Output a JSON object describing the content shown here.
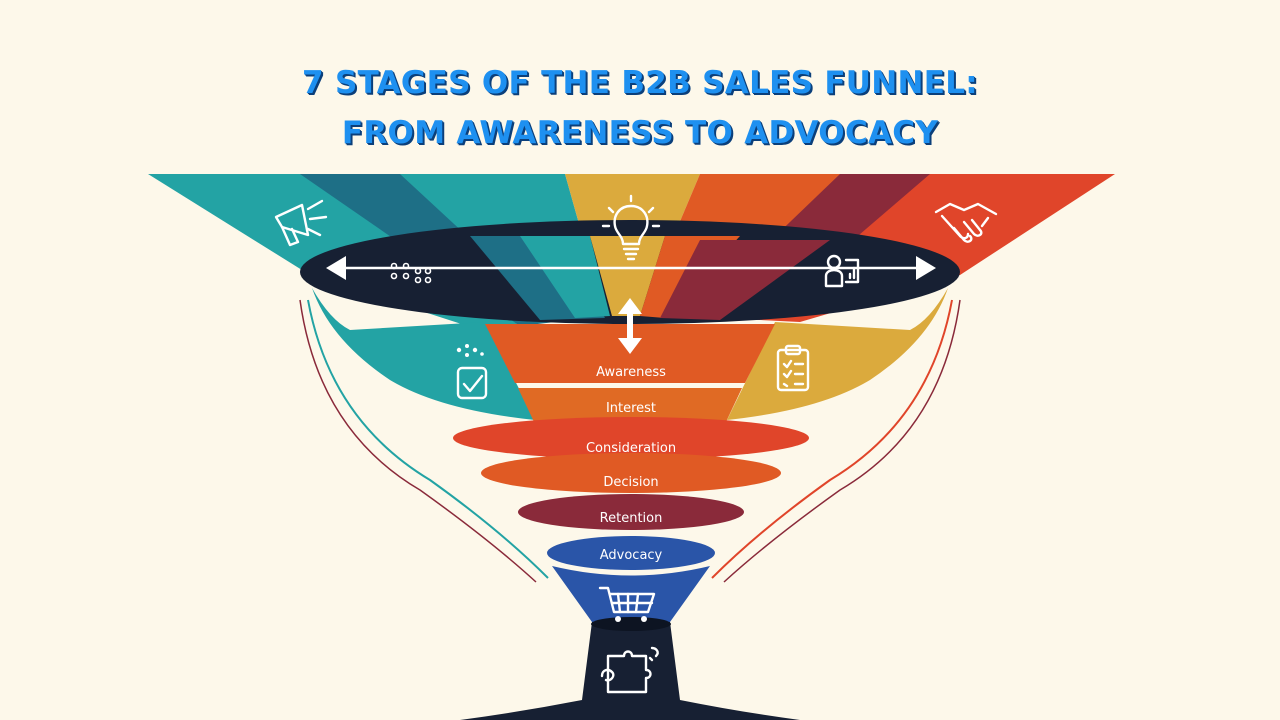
{
  "title": {
    "line1": "7 STAGES OF THE B2B SALES FUNNEL:",
    "line2": "FROM AWARENESS TO ADVOCACY"
  },
  "stages": [
    {
      "label": "Awareness"
    },
    {
      "label": "Interest"
    },
    {
      "label": "Consideration"
    },
    {
      "label": "Decision"
    },
    {
      "label": "Retention"
    },
    {
      "label": "Advocacy"
    }
  ],
  "colors": {
    "background": "#fdf8ea",
    "title": "#1e90f0",
    "teal": "#23a3a4",
    "dark_teal": "#1e6f86",
    "mustard": "#dbaa3d",
    "orange": "#e05a24",
    "red_orange": "#e0452a",
    "maroon": "#8a2a3a",
    "blue": "#2a55a8",
    "navy": "#172033"
  },
  "icons": [
    "megaphone-icon",
    "lightbulb-icon",
    "handshake-icon",
    "dots-grid-icon",
    "person-chart-icon",
    "sparkle-icon",
    "checkbox-icon",
    "checklist-icon",
    "shopping-cart-icon",
    "puzzle-chat-icon",
    "left-arrow-icon",
    "right-arrow-icon",
    "up-down-arrow-icon"
  ]
}
